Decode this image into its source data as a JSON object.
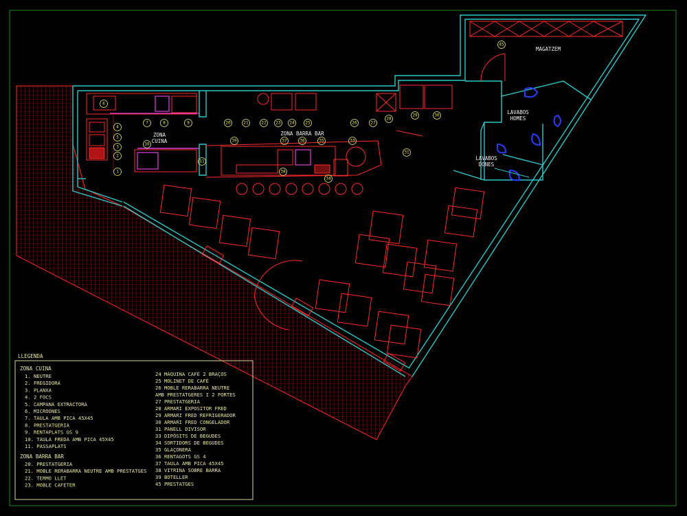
{
  "zones": {
    "cuina_l1": "ZONA",
    "cuina_l2": "CUINA",
    "barra": "ZONA BARRA BAR",
    "magatzem": "MAGATZEM",
    "lavabos_homes_l1": "LAVABOS",
    "lavabos_homes_l2": "HOMES",
    "lavabos_dones_l1": "LAVABOS",
    "lavabos_dones_l2": "DONES"
  },
  "markers": [
    "1",
    "2",
    "3",
    "4",
    "5",
    "6",
    "7",
    "8",
    "9",
    "10",
    "11",
    "20",
    "21",
    "22",
    "23",
    "24",
    "25",
    "26",
    "27",
    "28",
    "29",
    "30",
    "31",
    "33",
    "34",
    "35",
    "36",
    "37",
    "38",
    "39",
    "45"
  ],
  "legend": {
    "title": "LLEGENDA",
    "cuina_heading": "ZONA CUINA",
    "cuina_items": [
      "1.  NEUTRE",
      "2.  FREGIDORA",
      "3.  PLANXA",
      "4.  2 FOCS",
      "5.  CAMPANA EXTRACTORA",
      "6.  MICROONES",
      "7.  TAULA AMB PICA 45X45",
      "8.  PRESTATGERIA",
      "9.  RENTAPLATS GS 9",
      "10.  TAULA FREDA AMB PICA 45X45",
      "11.  PASSAPLATS"
    ],
    "barra_heading": "ZONA BARRA BAR",
    "barra_items": [
      "20.  PRESTATGERIA",
      "21.  MOBLE RERABARRA NEUTRE AMB PRESTATGES",
      "22.  TERMO LLET",
      "23.  MOBLE CAFETER"
    ],
    "right_items": [
      "24  MÀQUINA CAFÈ 2 BRAÇOS",
      "25  MOLINET DE CAFÈ",
      "26  MOBLE RERABARRA NEUTRE",
      "AMB PRESTATGERES I 2 PORTES",
      "27  PRESTATGERIA",
      "28  ARMARI EXPOSITOR FRED",
      "29  ARMARI FRED REFRIGERADOR",
      "30  ARMARI FRED CONGELADOR",
      "31  PANELL DIVISOR",
      "33  DIPÒSITS DE BEGUDES",
      "34  SORTIDORS DE BEGUDES",
      "35  GLAÇONERA",
      "36  RENTAGOTS GS 4",
      "37  TAULA AMB PICA 45X45",
      "38  VITRINA SOBRE BARRA",
      "39  BOTELLER",
      "45  PRESTATGES"
    ]
  },
  "colors": {
    "background": "#000000",
    "wall": "#2ec7c7",
    "furniture": "#ff2a2a",
    "equipment": "#e040e0",
    "text": "#e8e8a0",
    "toilet": "#2a3cff"
  }
}
